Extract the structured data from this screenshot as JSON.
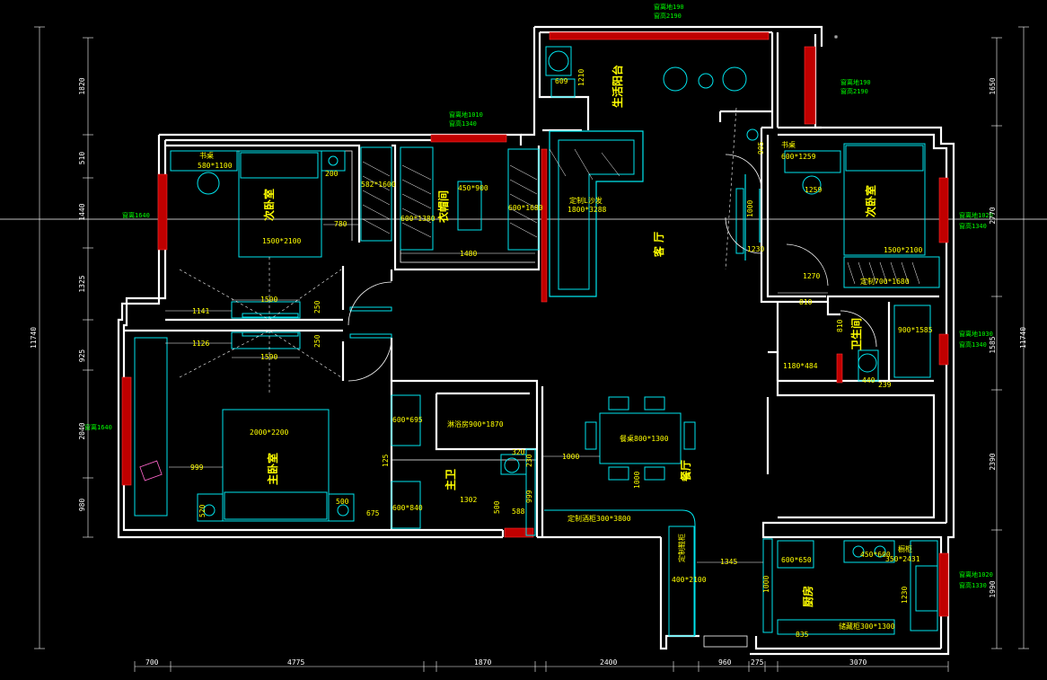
{
  "rooms": {
    "leisure_balcony": "生活阳台",
    "living_room": "客 厅",
    "dining_room": "餐厅",
    "second_bedroom_left": "次卧室",
    "cloakroom": "衣帽间",
    "master_bedroom": "主卧室",
    "master_bath": "主卫",
    "second_bedroom_right": "次卧室",
    "bathroom": "卫生间",
    "kitchen": "厨房"
  },
  "furniture": {
    "desk_left": "书桌",
    "desk_left_size": "580*1100",
    "bed_left_size": "1500*2100",
    "wardrobe_a": "582*1600",
    "wardrobe_b": "600*1380",
    "wardrobe_c": "600*1680",
    "cloak_island": "450*900",
    "sofa": "定制L沙发",
    "sofa_size": "1800*3288",
    "desk_right": "书桌",
    "desk_right_size": "600*1259",
    "bed_right_size": "1500*2100",
    "wardrobe_right": "定制700*1680",
    "master_bed_size": "2000*2200",
    "shower_room": "淋浴房900*1870",
    "cab_600_695": "600*695",
    "cab_600_840": "600*840",
    "washer_609": "609",
    "bath_900_1585": "900*1585",
    "bath_1180_484": "1180*484",
    "dining_table": "餐桌800*1300",
    "wine_cabinet": "定制酒柜300*3800",
    "kitchen_600_650": "600*650",
    "kitchen_450": "450*600",
    "kitchen_cab": "橱柜",
    "kitchen_cab_size": "350*2431",
    "kitchen_storage": "储藏柜300*1300",
    "shoe_cab": "定制鞋柜",
    "shoe_cab_size": "400*2100"
  },
  "windows": {
    "top_balcony_1": "窗离地190",
    "top_balcony_2": "窗高2190",
    "right_balcony_1": "窗离地190",
    "right_balcony_2": "窗高2190",
    "cloak_win_1": "窗离地1010",
    "cloak_win_2": "窗高1340",
    "left_bed_win": "窗离1640",
    "master_win": "窗离1640",
    "right_bed_win_1": "窗离地1020",
    "right_bed_win_2": "窗高1340",
    "bath_win_1": "窗离地1030",
    "bath_win_2": "窗高1340",
    "kitchen_win_1": "窗离地1020",
    "kitchen_win_2": "窗高1330"
  },
  "dims": {
    "bottom": [
      "700",
      "4775",
      "1870",
      "2400",
      "960",
      "275",
      "3070"
    ],
    "left": [
      "1820",
      "510",
      "1440",
      "1325",
      "925",
      "2040",
      "980"
    ],
    "left_total": "11740",
    "right": [
      "1650",
      "2770",
      "1585",
      "2390",
      "1990"
    ],
    "right_total": "11740",
    "inner": {
      "d200": "200",
      "d780": "780",
      "d1480": "1480",
      "d1500a": "1500",
      "d1141": "1141",
      "d250a": "250",
      "d1126": "1126",
      "d1590": "1590",
      "d250b": "250",
      "d999a": "999",
      "d500a": "500",
      "d675": "675",
      "d520": "520",
      "d125": "125",
      "d1302": "1302",
      "d588": "588",
      "d500b": "500",
      "d999b": "999",
      "d230": "230",
      "d320": "320",
      "d1000a": "1000",
      "d1000b": "1000",
      "d1210": "1210",
      "d905": "905",
      "d1000c": "1000",
      "d1230": "1230",
      "d1259": "1259",
      "d1270": "1270",
      "d810a": "810",
      "d810b": "810",
      "d440": "440",
      "d239": "239",
      "d1345": "1345",
      "d1000d": "1000",
      "d1230b": "1230",
      "d835": "835"
    }
  },
  "colors": {
    "background": "#000000",
    "wall": "#ffffff",
    "furniture": "#00e5ee",
    "window": "#c00000",
    "label": "#ffff00",
    "window_note": "#00ff00"
  }
}
